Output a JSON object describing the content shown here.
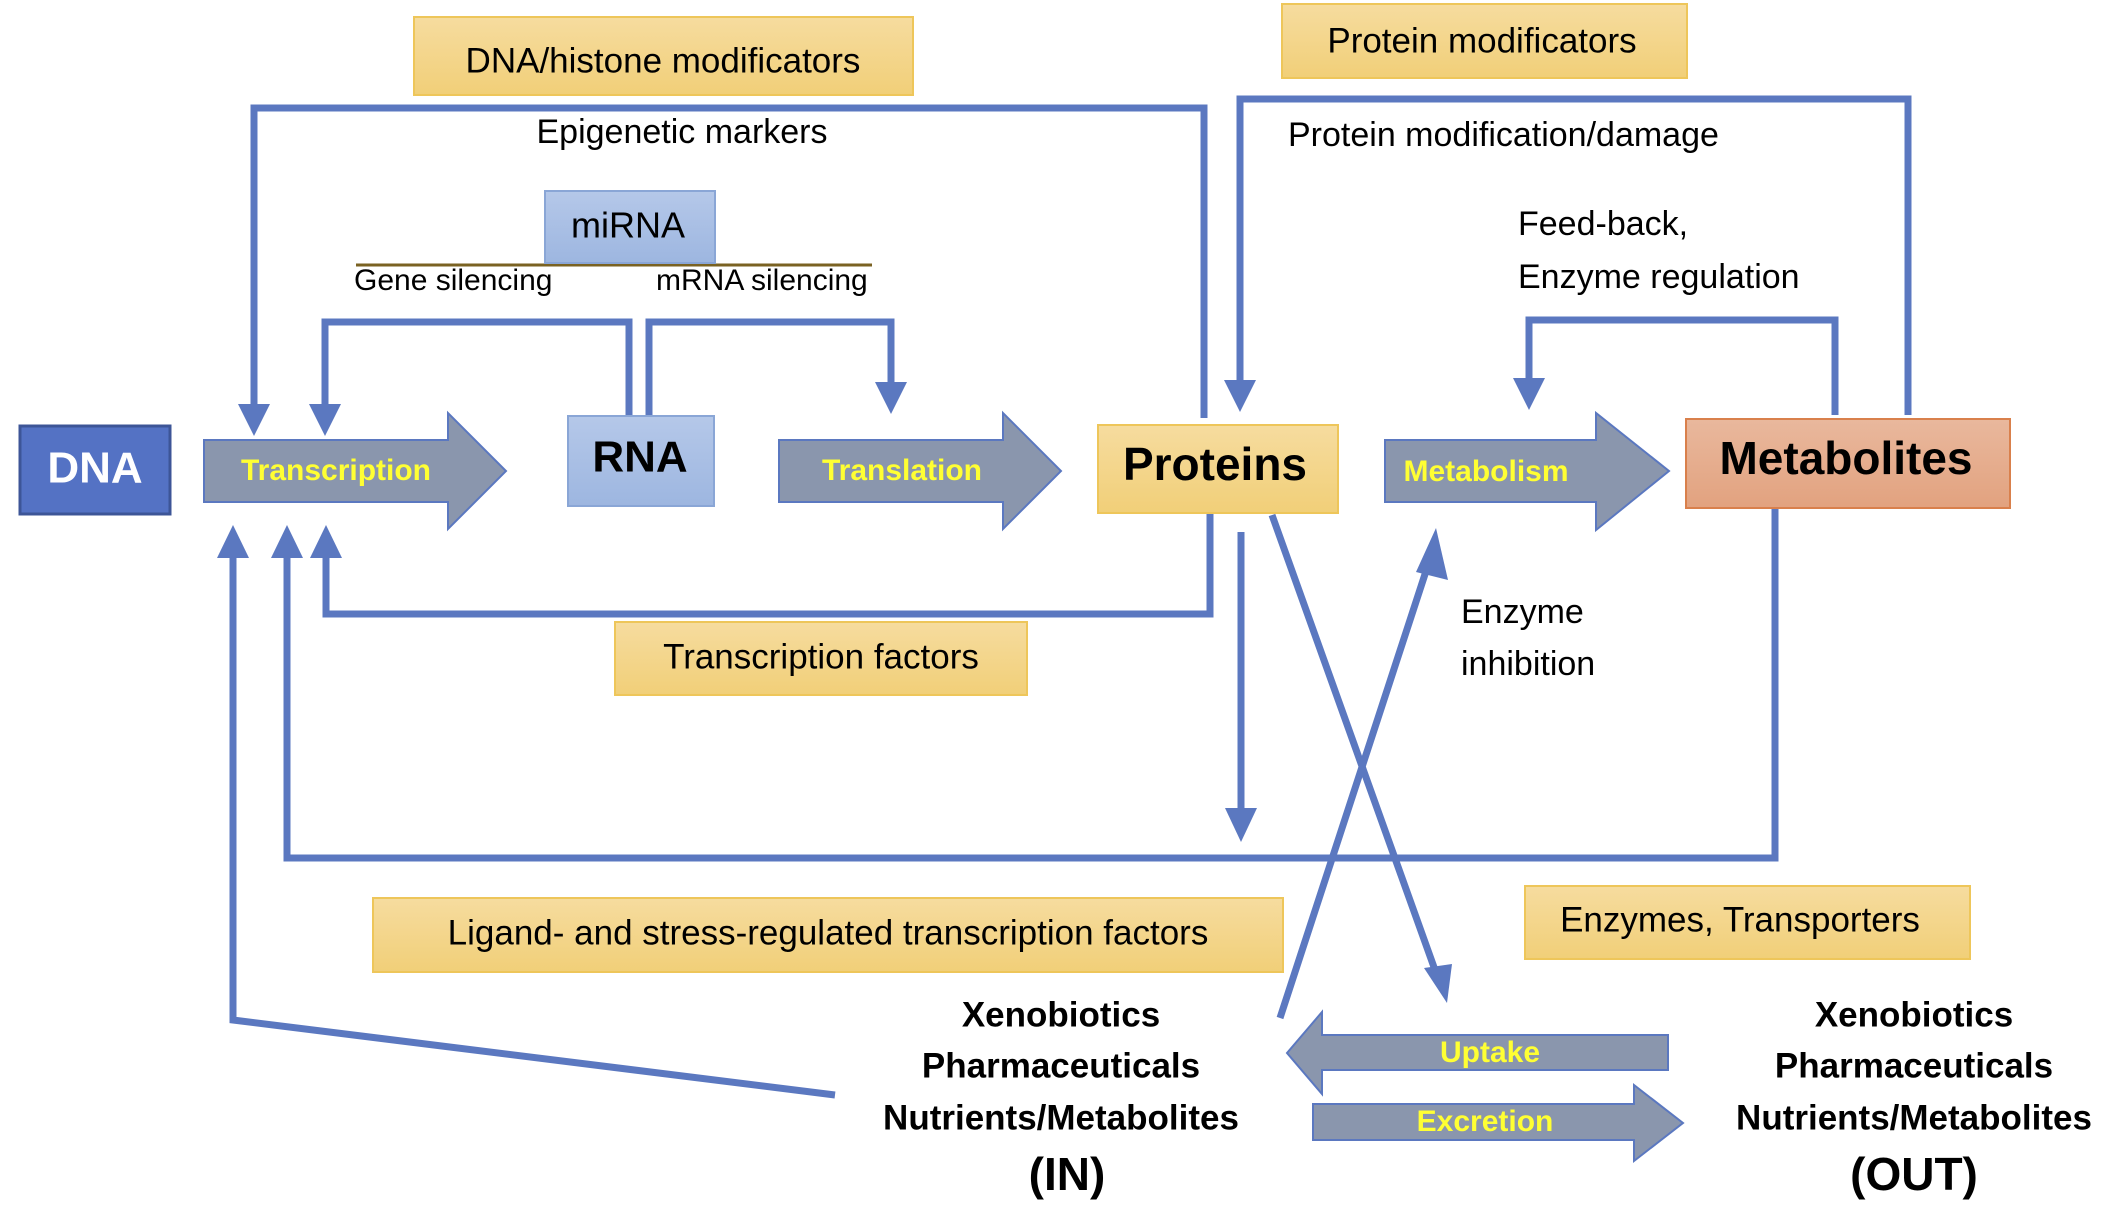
{
  "diagram": {
    "title": "",
    "nodes": {
      "dna": "DNA",
      "rna": "RNA",
      "mirna": "miRNA",
      "proteins": "Proteins",
      "metabolites": "Metabolites"
    },
    "processes": {
      "transcription": "Transcription",
      "translation": "Translation",
      "metabolism": "Metabolism",
      "uptake": "Uptake",
      "excretion": "Excretion"
    },
    "modifier_boxes": {
      "dna_histone": "DNA/histone modificators",
      "protein_mod": "Protein modificators",
      "transcription_factors": "Transcription factors",
      "ligand_tf": "Ligand- and stress-regulated transcription factors",
      "enzymes_transporters": "Enzymes, Transporters"
    },
    "annotations": {
      "epigenetic": "Epigenetic markers",
      "gene_silencing": "Gene silencing",
      "mrna_silencing": "mRNA silencing",
      "protein_damage": "Protein modification/damage",
      "feedback_1": "Feed-back,",
      "feedback_2": "Enzyme regulation",
      "enzyme_inhib_1": "Enzyme",
      "enzyme_inhib_2": "inhibition"
    },
    "inputs": {
      "lines": [
        "Xenobiotics",
        "Pharmaceuticals",
        "Nutrients/Metabolites"
      ],
      "tag": "(IN)"
    },
    "outputs": {
      "lines": [
        "Xenobiotics",
        "Pharmaceuticals",
        "Nutrients/Metabolites"
      ],
      "tag": "(OUT)"
    },
    "colors": {
      "dna_fill": "#5472c4",
      "dna_border": "#3d5597",
      "connector": "#5b78c0",
      "process_arrow": "#8a96ad",
      "process_text": "#ffff33",
      "rna_fill": "#a9bfe4",
      "modifier_fill": "#f4d48a",
      "modifier_border": "#eec65a",
      "metabolites_fill": "#e5a98a",
      "metabolites_border": "#d9804c",
      "mirna_rule": "#7a6222"
    }
  }
}
